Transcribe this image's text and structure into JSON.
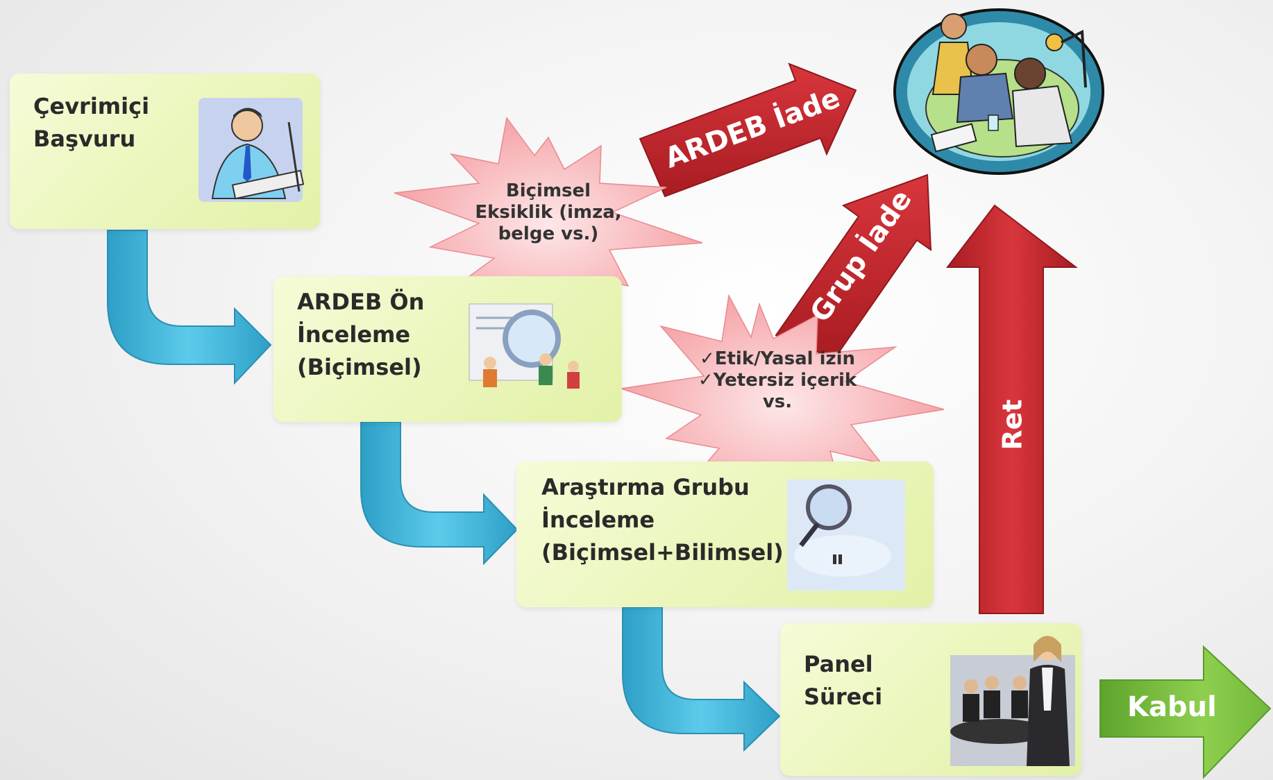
{
  "steps": {
    "online_application": "Çevrimiçi\nBaşvuru",
    "ardeb_pre_review": "ARDEB Ön\n  İnceleme\n(Biçimsel)",
    "research_group_review": "Araştırma Grubu\n       İnceleme\n(Biçimsel+Bilimsel)",
    "panel_process": "Panel\nSüreci"
  },
  "callouts": {
    "formal_deficiency": "Biçimsel\nEksiklik (imza,\nbelge vs.)",
    "ethics_content": "✓Etik/Yasal izin\n✓Yetersiz içerik\nvs."
  },
  "arrows": {
    "ardeb_return": "ARDEB İade",
    "group_return": "Grup İade",
    "reject": "Ret",
    "accept": "Kabul"
  },
  "colors": {
    "box_fill": "#ecf7c0",
    "flow_arrow": "#3fb6d9",
    "return_arrow": "#c0262c",
    "accept_arrow": "#7cbd3a",
    "callout": "#f7a6aa"
  },
  "icons": {
    "step1": "person-typing-icon",
    "step2": "magnifier-team-icon",
    "step3": "magnifier-lens-icon",
    "step4": "business-meeting-icon",
    "outcome": "frustrated-team-icon"
  }
}
